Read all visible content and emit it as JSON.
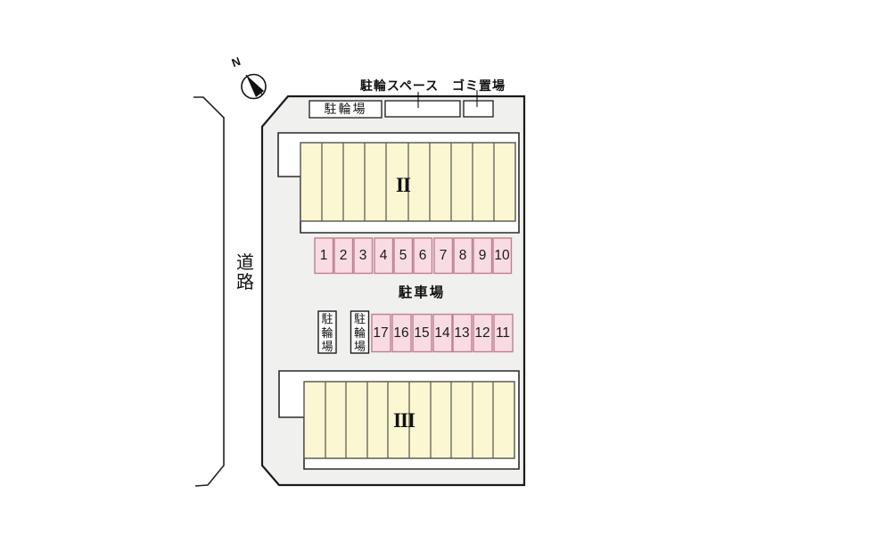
{
  "compass": {
    "north_label": "N"
  },
  "road": {
    "label": "道路"
  },
  "top_area": {
    "bicycle_parking_box_label": "駐輪場",
    "bicycle_space_label": "駐輪スペース",
    "garbage_area_label": "ゴミ置場"
  },
  "buildings": [
    {
      "name": "building-II",
      "label": "II",
      "units": 10
    },
    {
      "name": "building-III",
      "label": "III",
      "units": 10
    }
  ],
  "parking_lot": {
    "label": "駐車場",
    "front_row_spaces": [
      "1",
      "2",
      "3",
      "4",
      "5",
      "6",
      "7",
      "8",
      "9",
      "10"
    ],
    "middle_row_spaces": [
      "17",
      "16",
      "15",
      "14",
      "13",
      "12",
      "11"
    ]
  },
  "middle_bicycle_parking": {
    "left_label": "駐輪場",
    "right_label": "駐輪場"
  },
  "colors": {
    "site_fill": "#f0f0ee",
    "outline": "#1b1b1b",
    "building_unit_fill": "#faf7d2",
    "building_unit_border": "#55544a",
    "parking_space_fill": "#f9dce3",
    "parking_space_border": "#bf7f90"
  }
}
